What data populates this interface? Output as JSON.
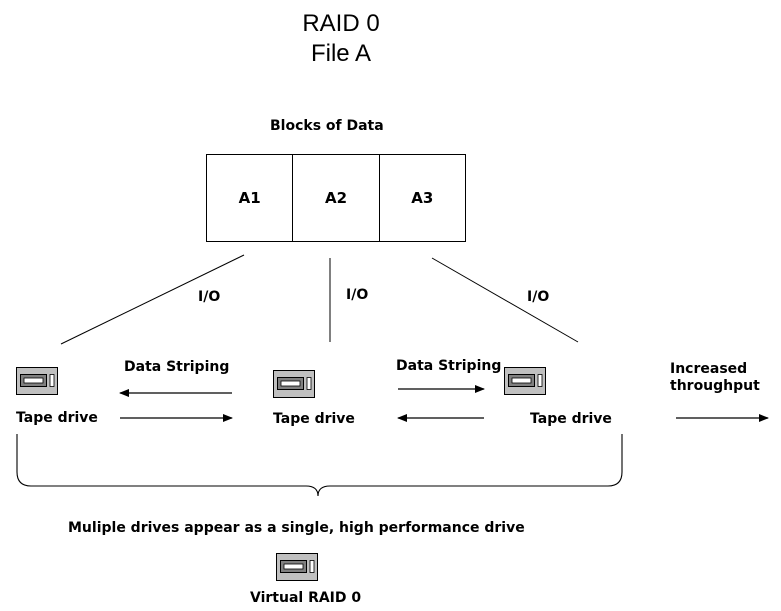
{
  "title": {
    "line1": "RAID 0",
    "line2": "File A"
  },
  "blocks_label": "Blocks of Data",
  "blocks": [
    "A1",
    "A2",
    "A3"
  ],
  "io_label": "I/O",
  "striping_label": "Data Striping",
  "drive_label": "Tape drive",
  "throughput": {
    "line1": "Increased",
    "line2": "throughput"
  },
  "multi_caption": "Muliple drives appear as a single, high performance drive",
  "virtual_label": "Virtual RAID 0",
  "icons": {
    "drive": "tape-drive-icon",
    "arrow": "arrow-icon"
  },
  "colors": {
    "drive_fill": "#c0c0c0",
    "slot_fill": "#808080",
    "stroke": "#000000"
  }
}
